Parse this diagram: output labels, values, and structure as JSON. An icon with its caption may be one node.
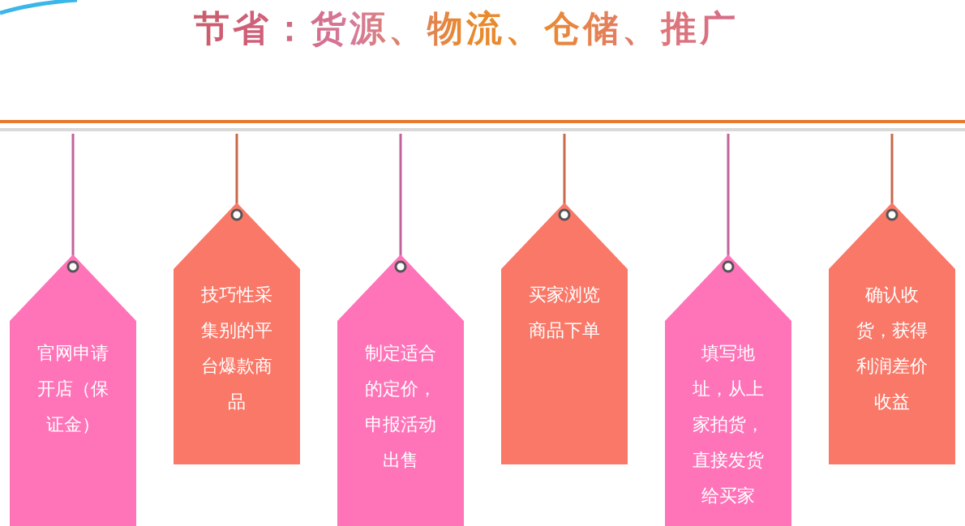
{
  "diagram": {
    "title": "节省：货源、物流、仓储、推广",
    "nodes": [
      {
        "text": [
          "官网申请开店（保证金）"
        ]
      },
      {
        "text": [
          "技巧性采集别的平台爆款商品"
        ]
      },
      {
        "text": [
          "制定适合的定价，申报活动出售"
        ]
      },
      {
        "text": [
          "买家浏览商品下单"
        ]
      },
      {
        "text": [
          "填写地址，从上家拍货，直接发货给买家"
        ]
      },
      {
        "text": [
          "确认收货，获得利润差价收益"
        ]
      }
    ]
  }
}
